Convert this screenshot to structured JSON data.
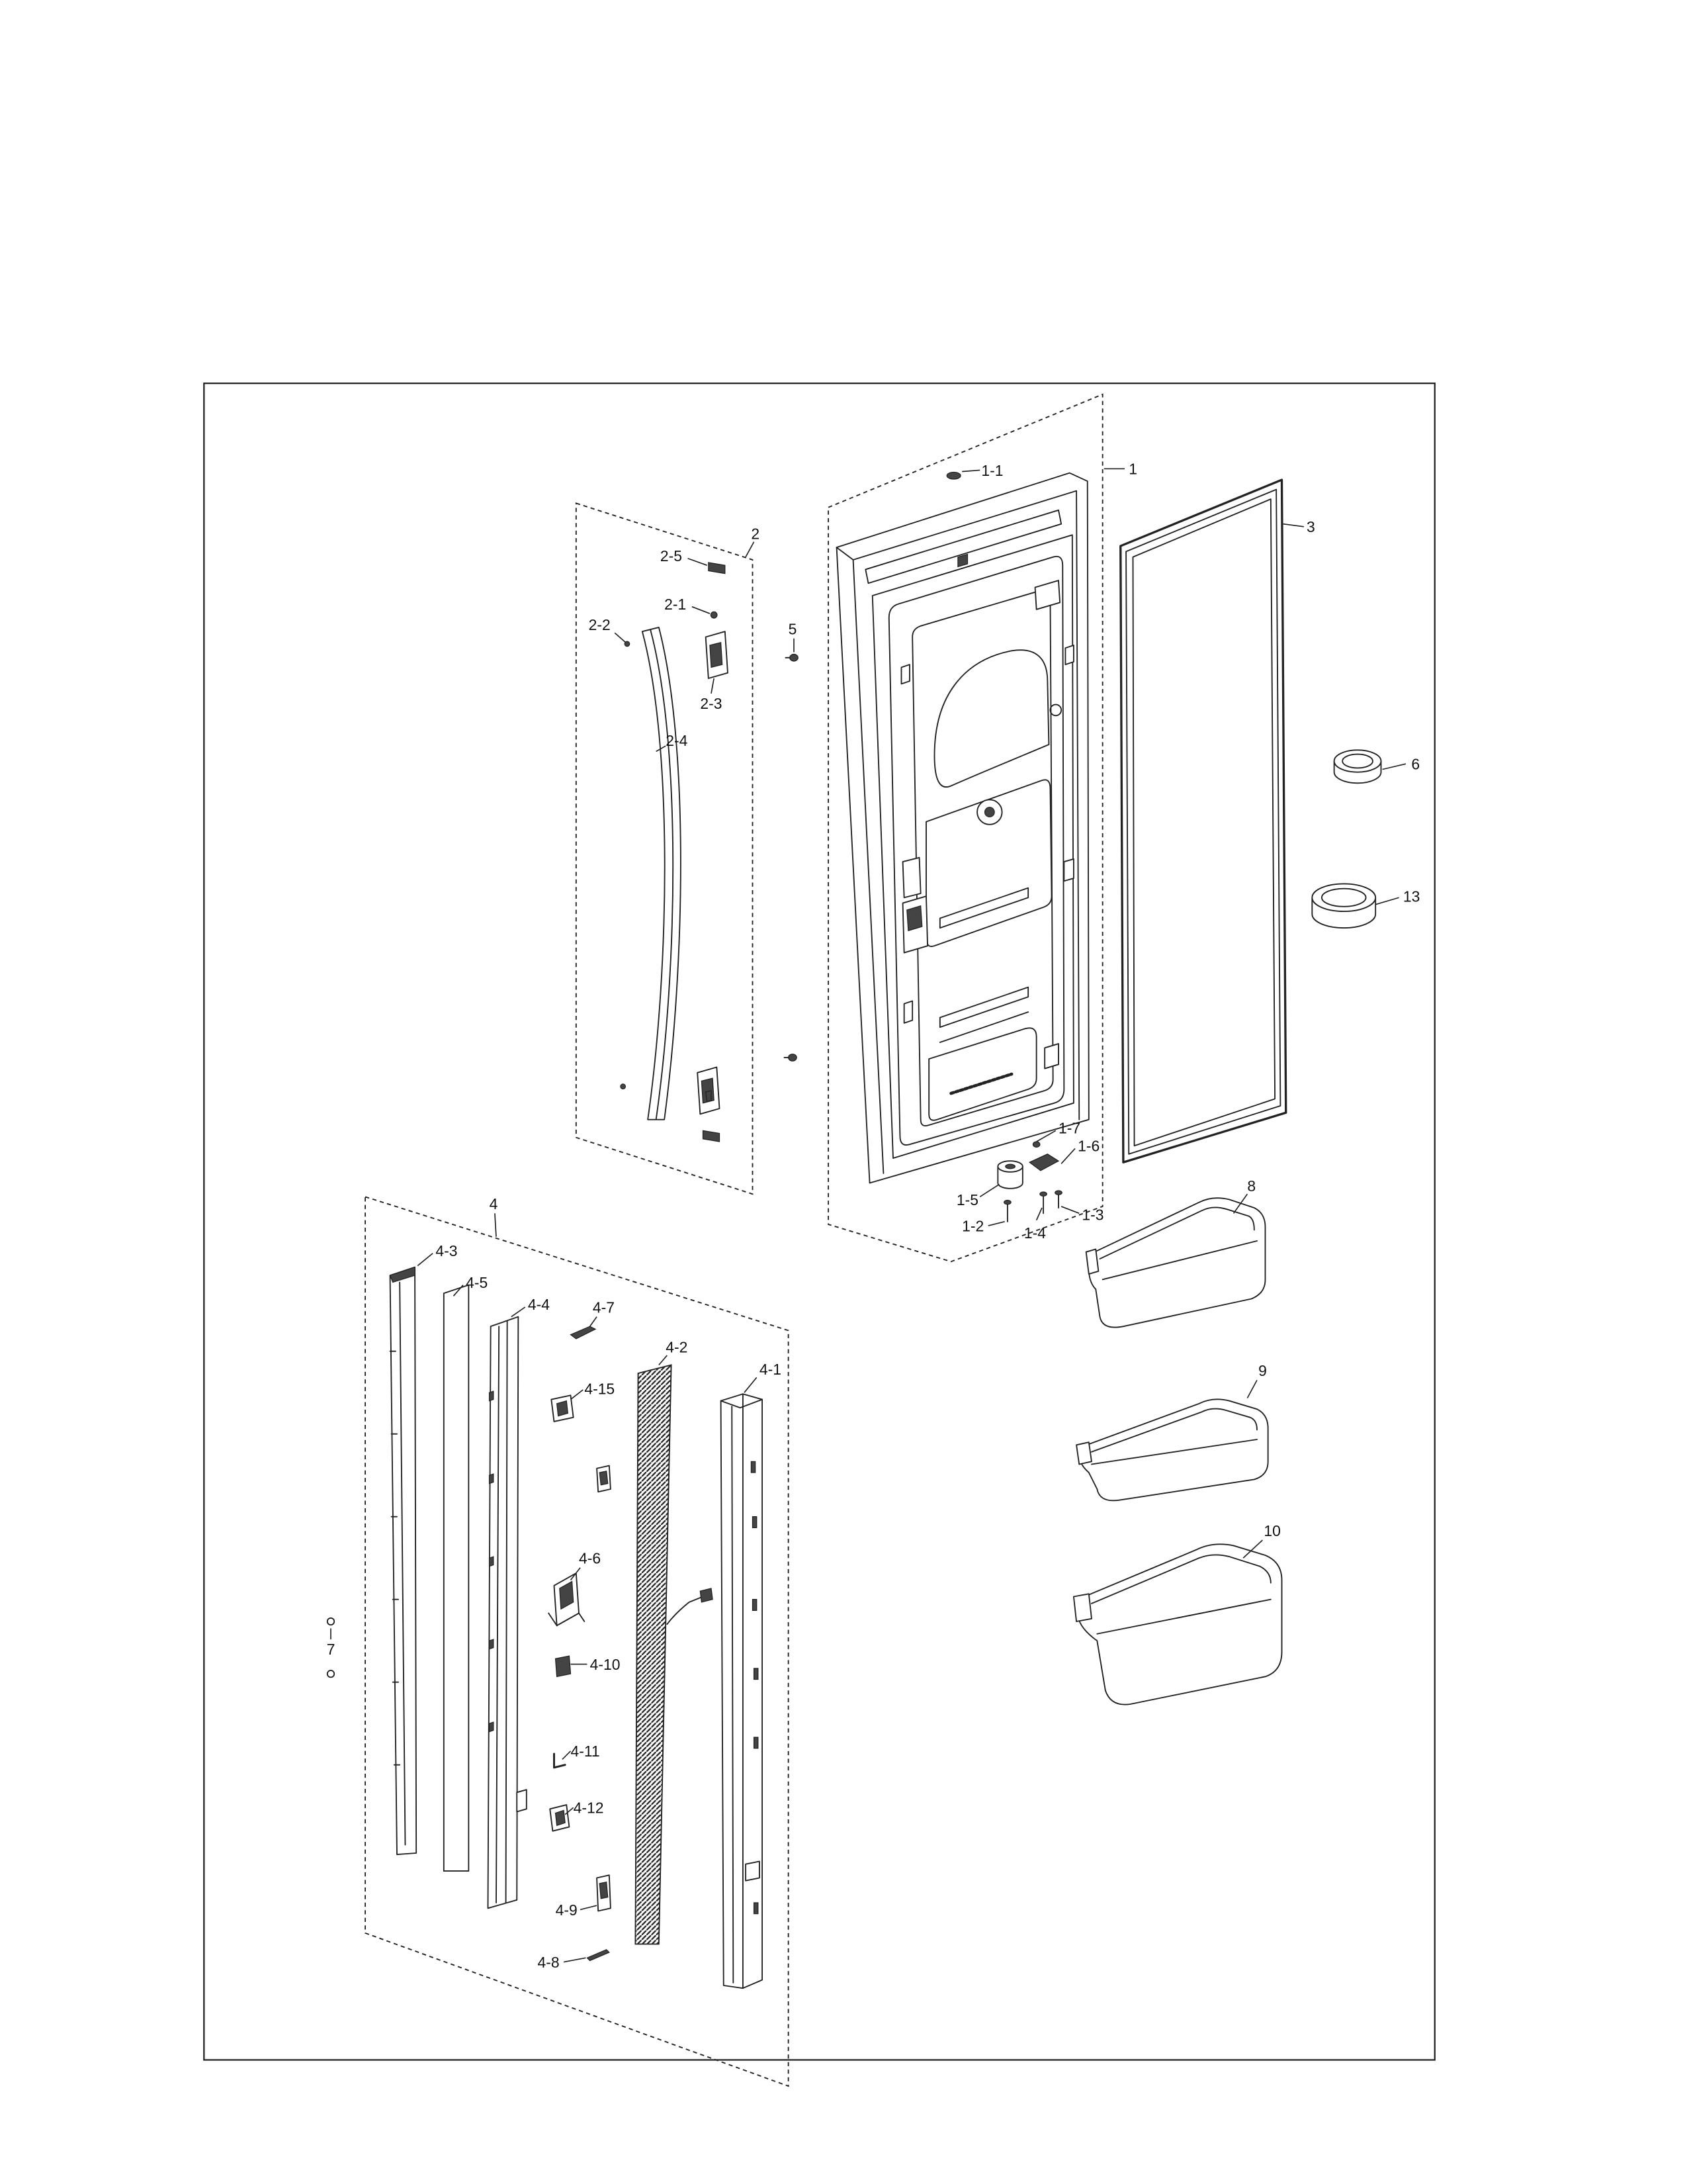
{
  "colors": {
    "ink": "#222222",
    "paper": "#ffffff"
  },
  "callouts": {
    "c1": "1",
    "c1_1": "1-1",
    "c1_2": "1-2",
    "c1_3": "1-3",
    "c1_4": "1-4",
    "c1_5": "1-5",
    "c1_6": "1-6",
    "c1_7": "1-7",
    "c2": "2",
    "c2_1": "2-1",
    "c2_2": "2-2",
    "c2_3": "2-3",
    "c2_4": "2-4",
    "c2_5": "2-5",
    "c3": "3",
    "c4": "4",
    "c4_1": "4-1",
    "c4_2": "4-2",
    "c4_3": "4-3",
    "c4_4": "4-4",
    "c4_5": "4-5",
    "c4_6": "4-6",
    "c4_7": "4-7",
    "c4_8": "4-8",
    "c4_9": "4-9",
    "c4_10": "4-10",
    "c4_11": "4-11",
    "c4_12": "4-12",
    "c4_15": "4-15",
    "c5": "5",
    "c6": "6",
    "c7": "7",
    "c8": "8",
    "c9": "9",
    "c10": "10",
    "c13": "13"
  }
}
